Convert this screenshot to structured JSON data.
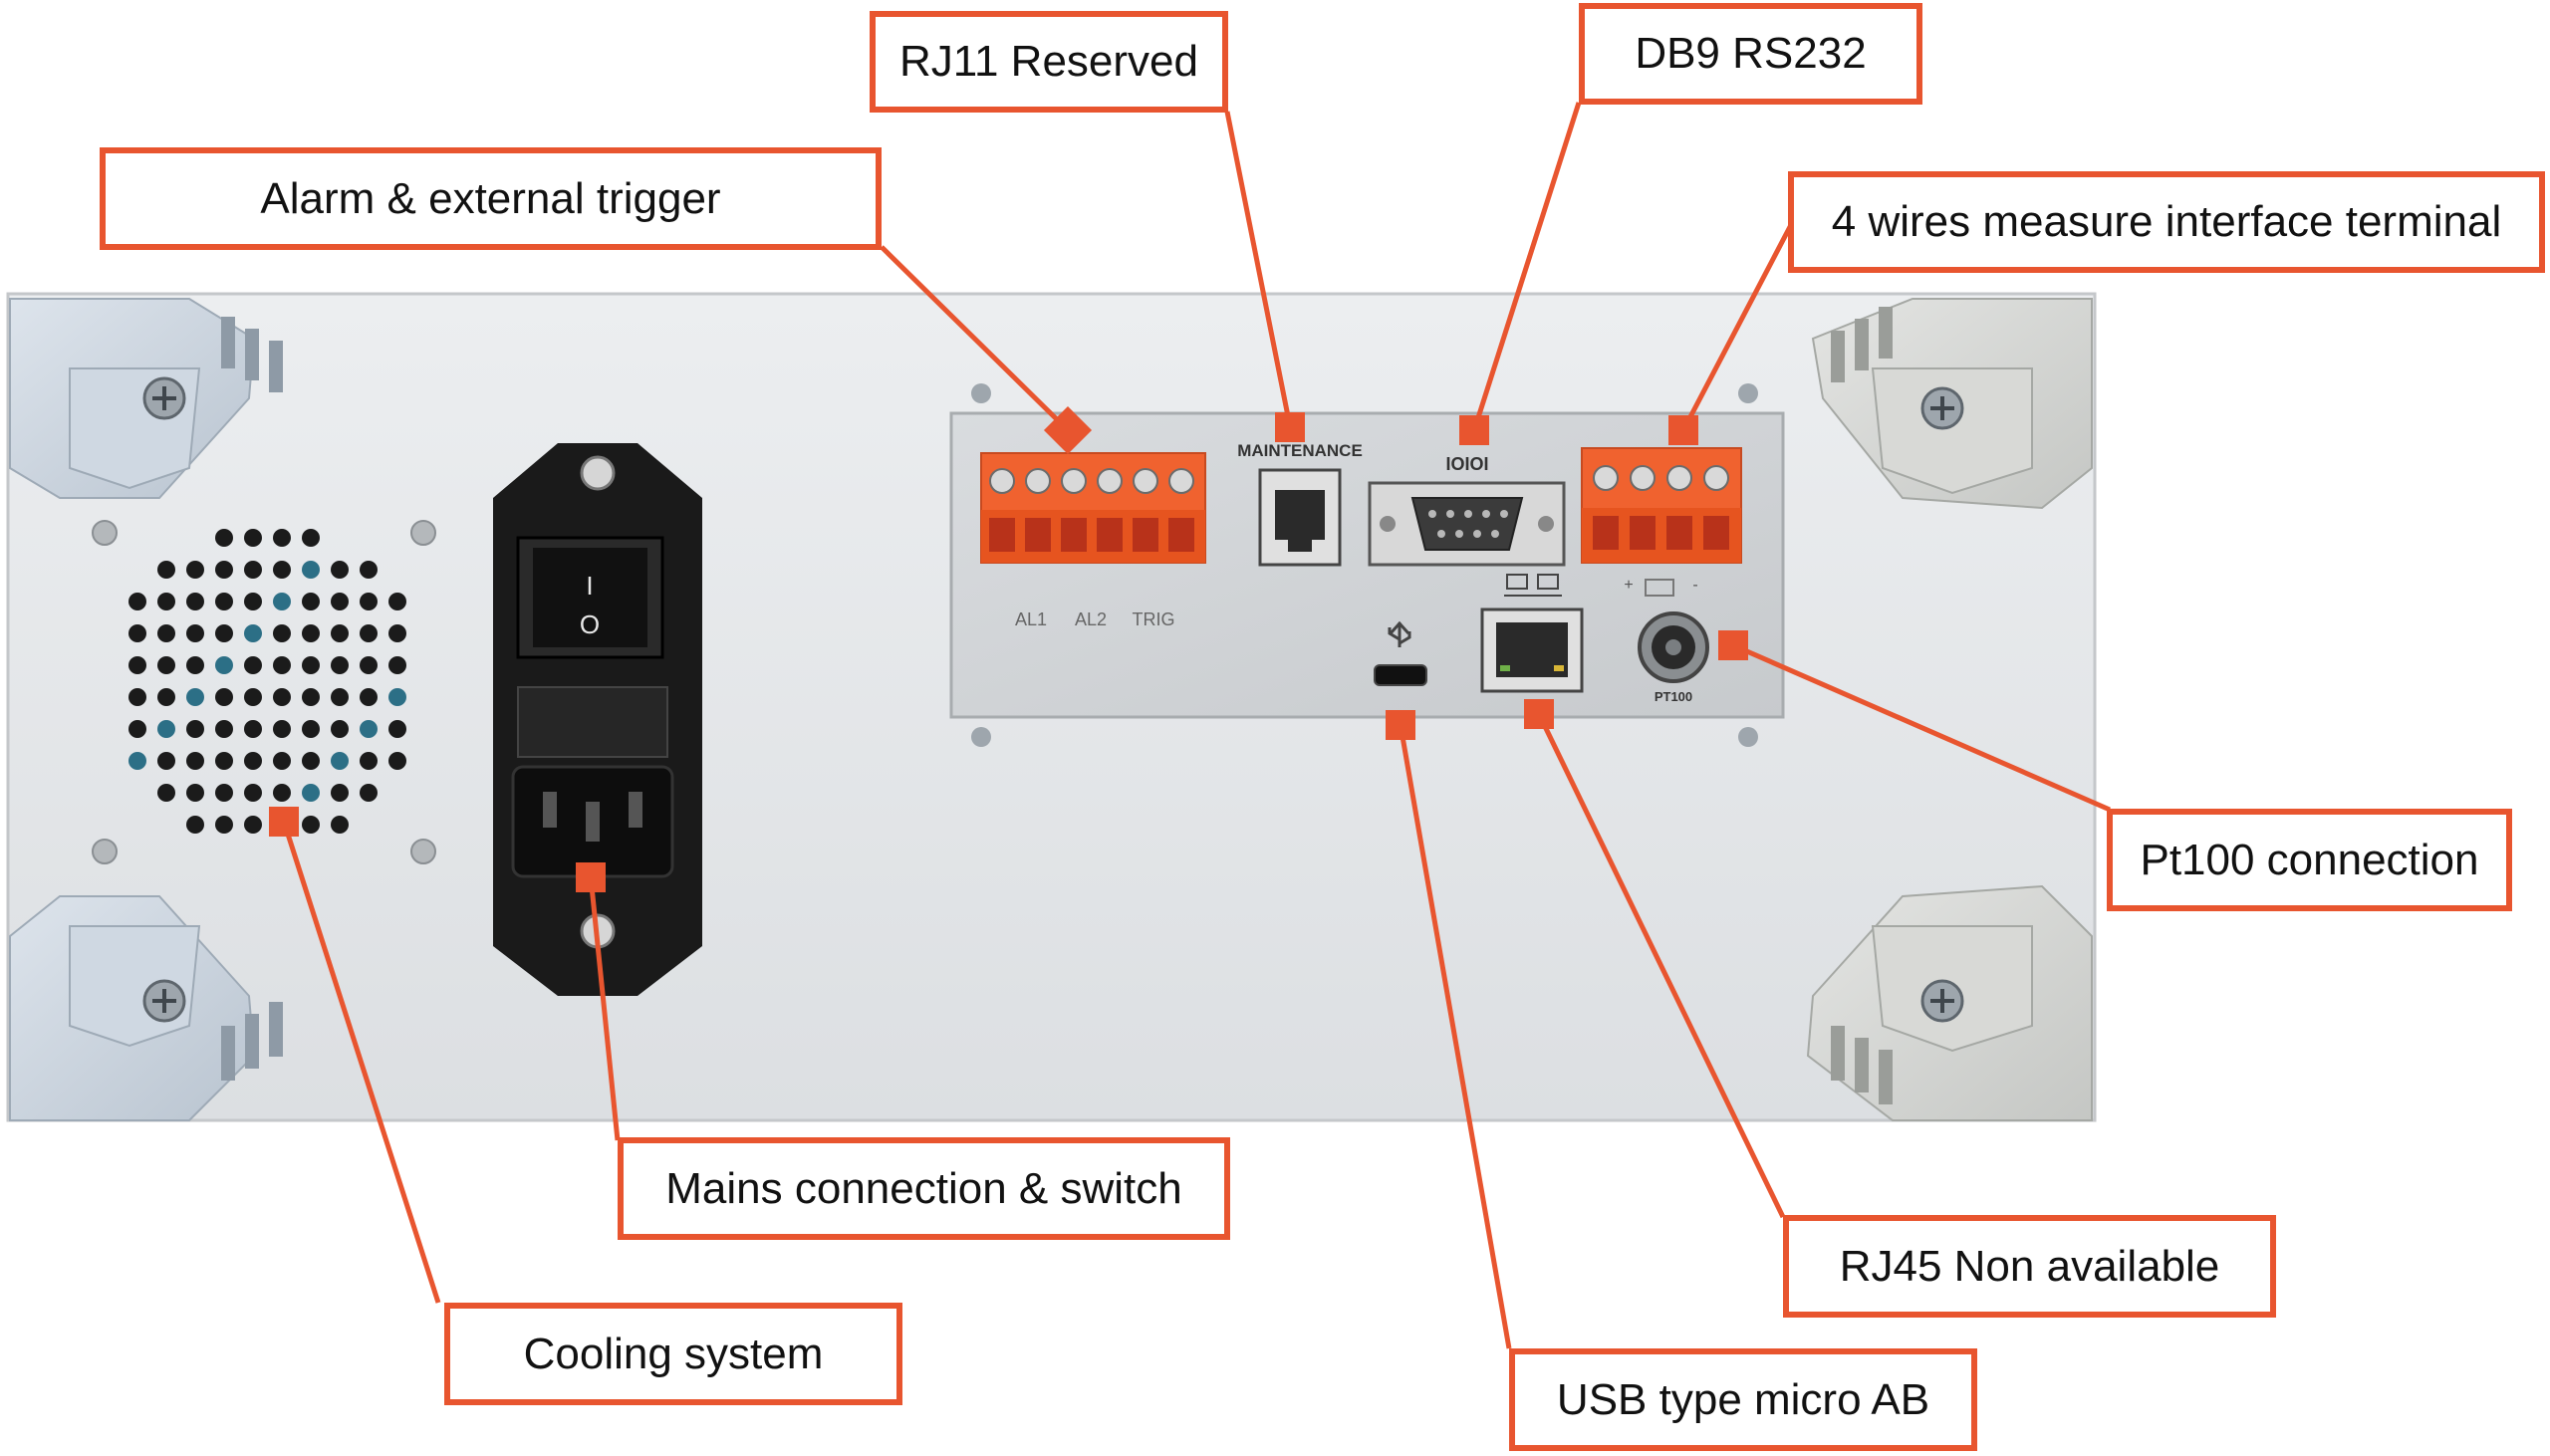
{
  "colors": {
    "accent": "#e8552f",
    "panel": "#e3e5e7",
    "connector_orange": "#f0622f",
    "foot": "#c9d2dc"
  },
  "callouts": {
    "rj11": "RJ11 Reserved",
    "db9": "DB9 RS232",
    "alarm": "Alarm & external trigger",
    "four_wire": "4 wires measure interface terminal",
    "pt100": "Pt100 connection",
    "mains": "Mains connection & switch",
    "rj45": "RJ45 Non available",
    "cooling": "Cooling system",
    "usb": "USB type micro AB"
  },
  "device": {
    "maintenance_label": "MAINTENANCE",
    "serial_label": "IOIOI",
    "al1_label": "AL1",
    "al2_label": "AL2",
    "trig_label": "TRIG",
    "pt100_label": "PT100",
    "switch_on_mark": "I",
    "switch_off_mark": "O",
    "plus_mark": "+",
    "minus_mark": "-"
  },
  "icons": [
    "usb-icon",
    "network-icon",
    "screw-icon"
  ]
}
